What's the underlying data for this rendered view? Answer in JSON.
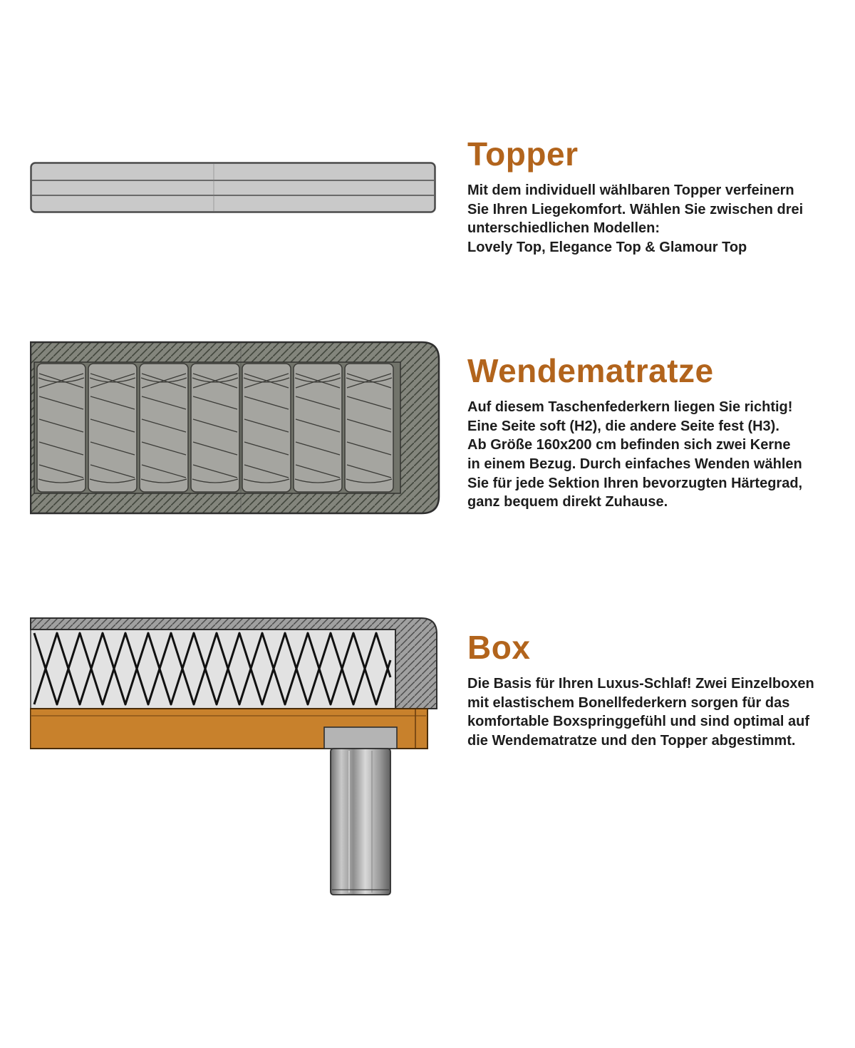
{
  "page": {
    "background": "#ffffff",
    "language": "de"
  },
  "colors": {
    "heading": "#b2641c",
    "body_text": "#1d1d1d",
    "topper_fill": "#c9c9c9",
    "mattress_hatch_bg": "#83857c",
    "mattress_hatch_line": "#41453c",
    "mattress_cavity": "#72746b",
    "pocket_spring_fill": "#a5a5a0",
    "box_hatch_bg": "#a0a0a0",
    "box_hatch_line": "#4a4a4a",
    "box_interior": "#e2e2e2",
    "bonell_spring_line": "#111111",
    "wood_frame": "#c8812c",
    "leg_metal": "#b4b4b4"
  },
  "sections": [
    {
      "id": "topper",
      "heading": "Topper",
      "body": "Mit dem individuell wählbaren Topper verfeinern\nSie Ihren Liegekomfort. Wählen Sie zwischen drei\nunterschiedlichen Modellen:\nLovely Top, Elegance Top & Glamour Top"
    },
    {
      "id": "mattress",
      "heading": "Wendematratze",
      "body": "Auf diesem Taschenfederkern liegen Sie richtig!\nEine Seite soft (H2), die andere Seite fest (H3).\nAb Größe 160x200 cm befinden sich zwei Kerne\nin einem Bezug. Durch einfaches Wenden wählen\nSie für jede Sektion Ihren bevorzugten Härtegrad,\nganz bequem direkt Zuhause."
    },
    {
      "id": "box",
      "heading": "Box",
      "body": "Die Basis für Ihren Luxus-Schlaf! Zwei Einzelboxen\nmit elastischem Bonellfederkern sorgen für das\nkomfortable Boxspringgefühl und sind optimal auf\ndie Wendematratze und den Topper abgestimmt."
    }
  ]
}
